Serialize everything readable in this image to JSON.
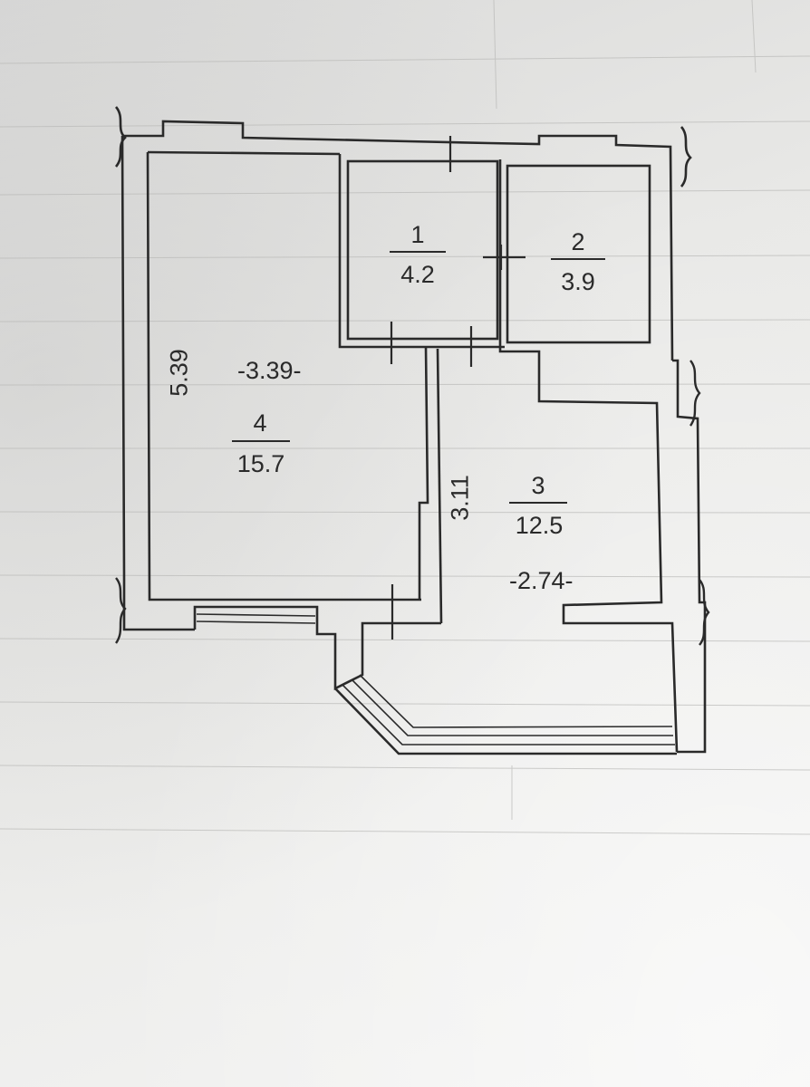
{
  "plan": {
    "rooms": [
      {
        "id": "1",
        "number": "1",
        "area": "4.2"
      },
      {
        "id": "2",
        "number": "2",
        "area": "3.9"
      },
      {
        "id": "3",
        "number": "3",
        "area": "12.5"
      },
      {
        "id": "4",
        "number": "4",
        "area": "15.7"
      }
    ],
    "dimensions": {
      "room4_height": "5.39",
      "room4_width": "-3.39-",
      "room3_height": "3.11",
      "room3_width": "-2.74-"
    }
  },
  "colors": {
    "ink": "#2a2a2a",
    "paper": "#e8e8e6"
  }
}
